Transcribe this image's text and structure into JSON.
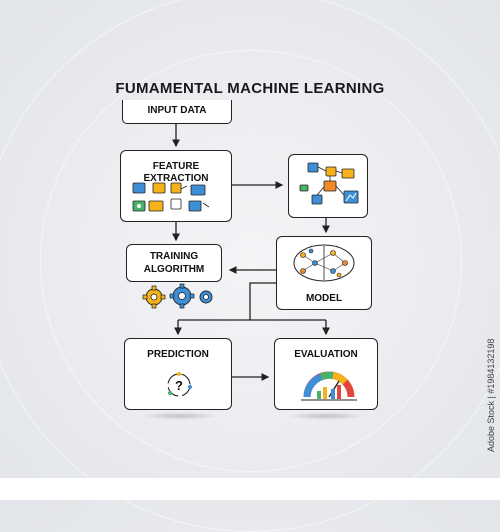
{
  "title": "FUMAMENTAL MACHINE LEARNING",
  "nodes": {
    "input": "INPUT DATA",
    "feature": "FEATURE EXTRACTION",
    "training_line1": "TRAINING",
    "training_line2": "ALGORITHM",
    "model": "MODEL",
    "prediction": "PREDICTION",
    "evaluation": "EVALUATION"
  },
  "icons": {
    "feature": "feature-grid-icon",
    "pipeline": "pipeline-flow-icon",
    "model": "brain-network-icon",
    "training": "gears-icon",
    "prediction": "question-cycle-icon",
    "evaluation": "gauge-chart-icon"
  },
  "colors": {
    "yellow": "#f5b21b",
    "blue": "#3f8fd6",
    "green": "#49b26a",
    "red": "#e2463b",
    "orange": "#f08a2a"
  },
  "watermark": "Adobe Stock | #1984132198"
}
